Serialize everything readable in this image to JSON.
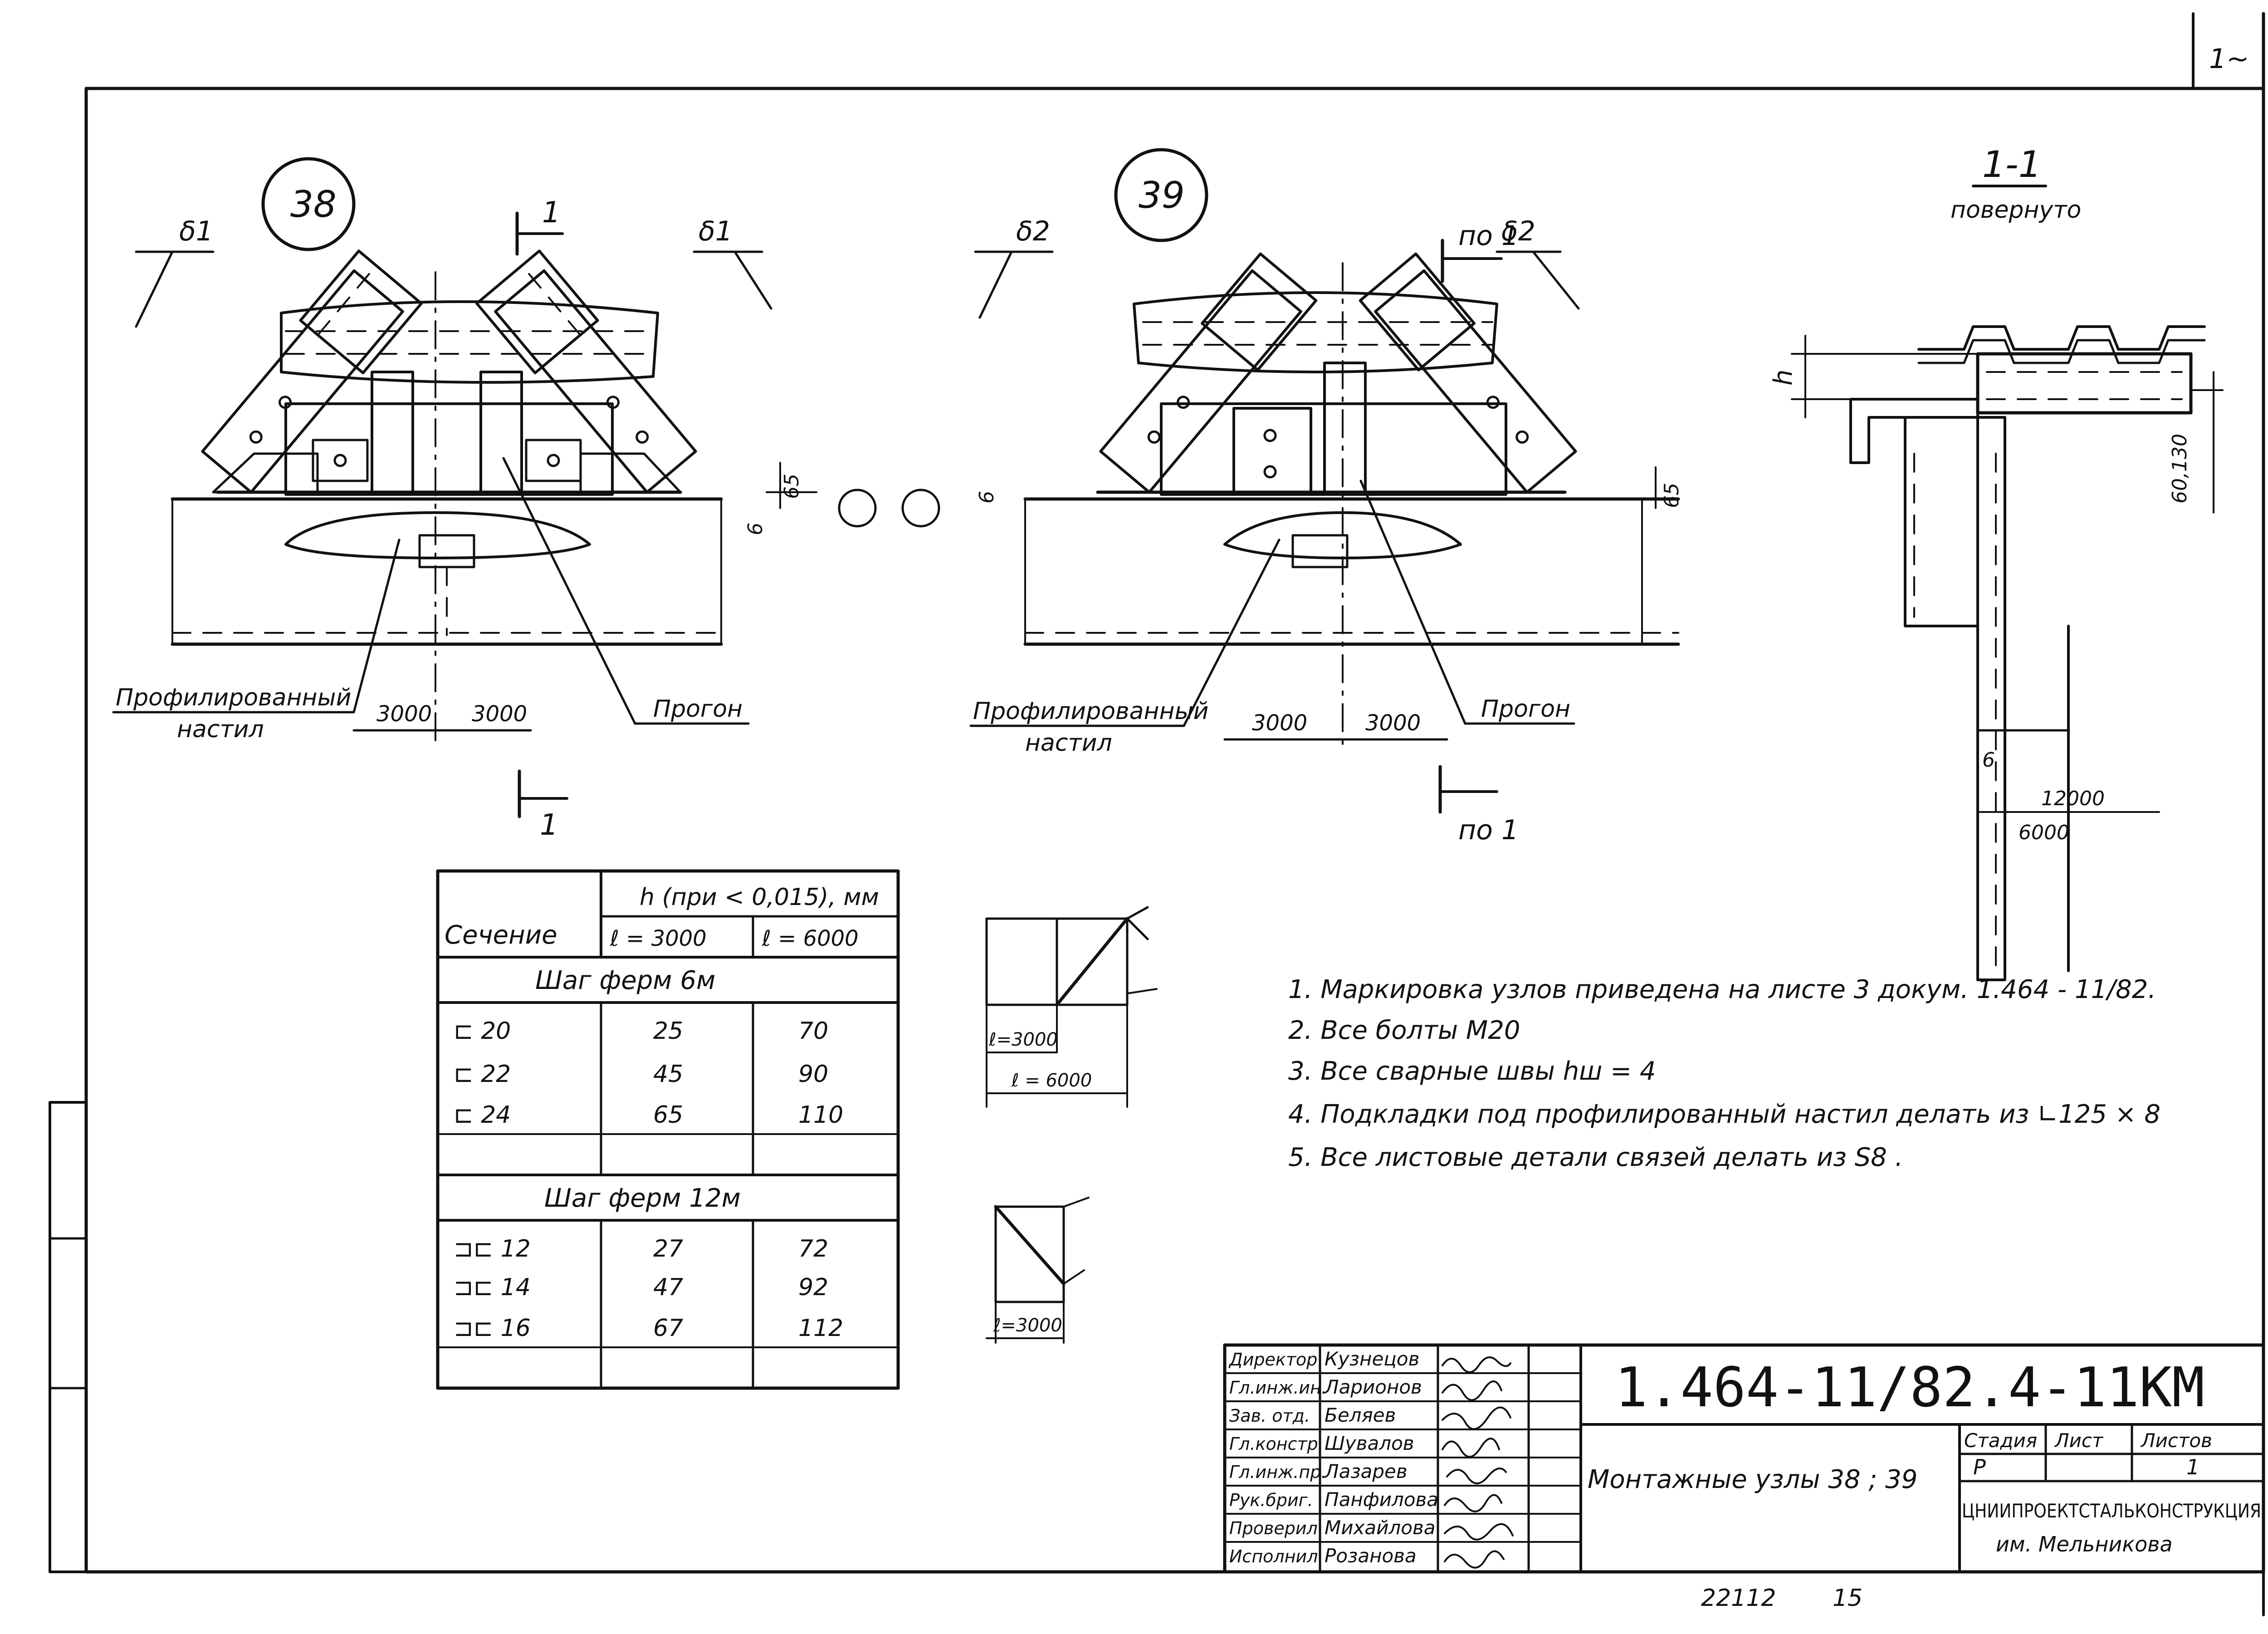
{
  "sheet_number": "1~",
  "node38": {
    "label": "38",
    "plate_left": "δ1",
    "plate_right": "δ1",
    "section_mark": "1",
    "dim_65": "65",
    "dim_6": "6",
    "deck_label_1": "Профилированный",
    "deck_label_2": "настил",
    "purlin_label": "Прогон",
    "dim_left": "3000",
    "dim_right": "3000"
  },
  "node39": {
    "label": "39",
    "plate_left": "δ2",
    "plate_right": "δ2",
    "section_mark": "по 1",
    "dim_65": "65",
    "dim_6": "6",
    "deck_label_1": "Профилированный",
    "deck_label_2": "настил",
    "purlin_label": "Прогон",
    "dim_left": "3000",
    "dim_right": "3000"
  },
  "section11": {
    "title": "1-1",
    "subtitle": "повернуто",
    "h_label": "h",
    "dim_side": "60,130",
    "dim_6": "6",
    "dim_12000": "12000",
    "dim_6000": "6000"
  },
  "table": {
    "col_section": "Сечение",
    "col_h": "h (при < 0,015), мм",
    "col_l1": "ℓ = 3000",
    "col_l2": "ℓ = 6000",
    "group1": "Шаг ферм 6м",
    "rows1": [
      [
        "⊏ 20",
        "25",
        "70"
      ],
      [
        "⊏ 22",
        "45",
        "90"
      ],
      [
        "⊏ 24",
        "65",
        "110"
      ],
      [
        "",
        "",
        ""
      ]
    ],
    "group2": "Шаг ферм 12м",
    "rows2": [
      [
        "⊐⊏ 12",
        "27",
        "72"
      ],
      [
        "⊐⊏ 14",
        "47",
        "92"
      ],
      [
        "⊐⊏ 16",
        "67",
        "112"
      ],
      [
        "",
        "",
        ""
      ]
    ]
  },
  "schemes": {
    "s1_l1": "ℓ=3000",
    "s1_l2": "ℓ = 6000",
    "s2_l1": "ℓ=3000"
  },
  "notes": [
    "1. Маркировка   узлов   приведена  на  листе  3 докум. 1.464 - 11/82.",
    "2. Все  болты   М20",
    "3. Все  сварные   швы   hш = 4",
    "4. Подкладки   под  профилированный  настил  делать  из  ∟125 × 8",
    "5. Все  листовые   детали  связей  делать  из  S8 ."
  ],
  "title_block": {
    "code": "1.464-11/82.4-11КМ",
    "roles": [
      "Директор",
      "Гл.инж.ин.",
      "Зав. отд.",
      "Гл.констр.",
      "Гл.инж.пр.",
      "Рук.бриг.",
      "Проверил",
      "Исполнил"
    ],
    "names": [
      "Кузнецов",
      "Ларионов",
      "Беляев",
      "Шувалов",
      "Лазарев",
      "Панфилова",
      "Михайлова",
      "Розанова"
    ],
    "description": "Монтажные  узлы  38 ; 39",
    "stage_label": "Стадия",
    "sheet_label": "Лист",
    "sheets_label": "Листов",
    "stage_value": "Р",
    "sheets_value": "1",
    "org_1": "ЦНИИПРОЕКТСТАЛЬКОНСТРУКЦИЯ",
    "org_2": "им. Мельникова"
  },
  "footer": {
    "inv": "22112",
    "sheet": "15"
  }
}
